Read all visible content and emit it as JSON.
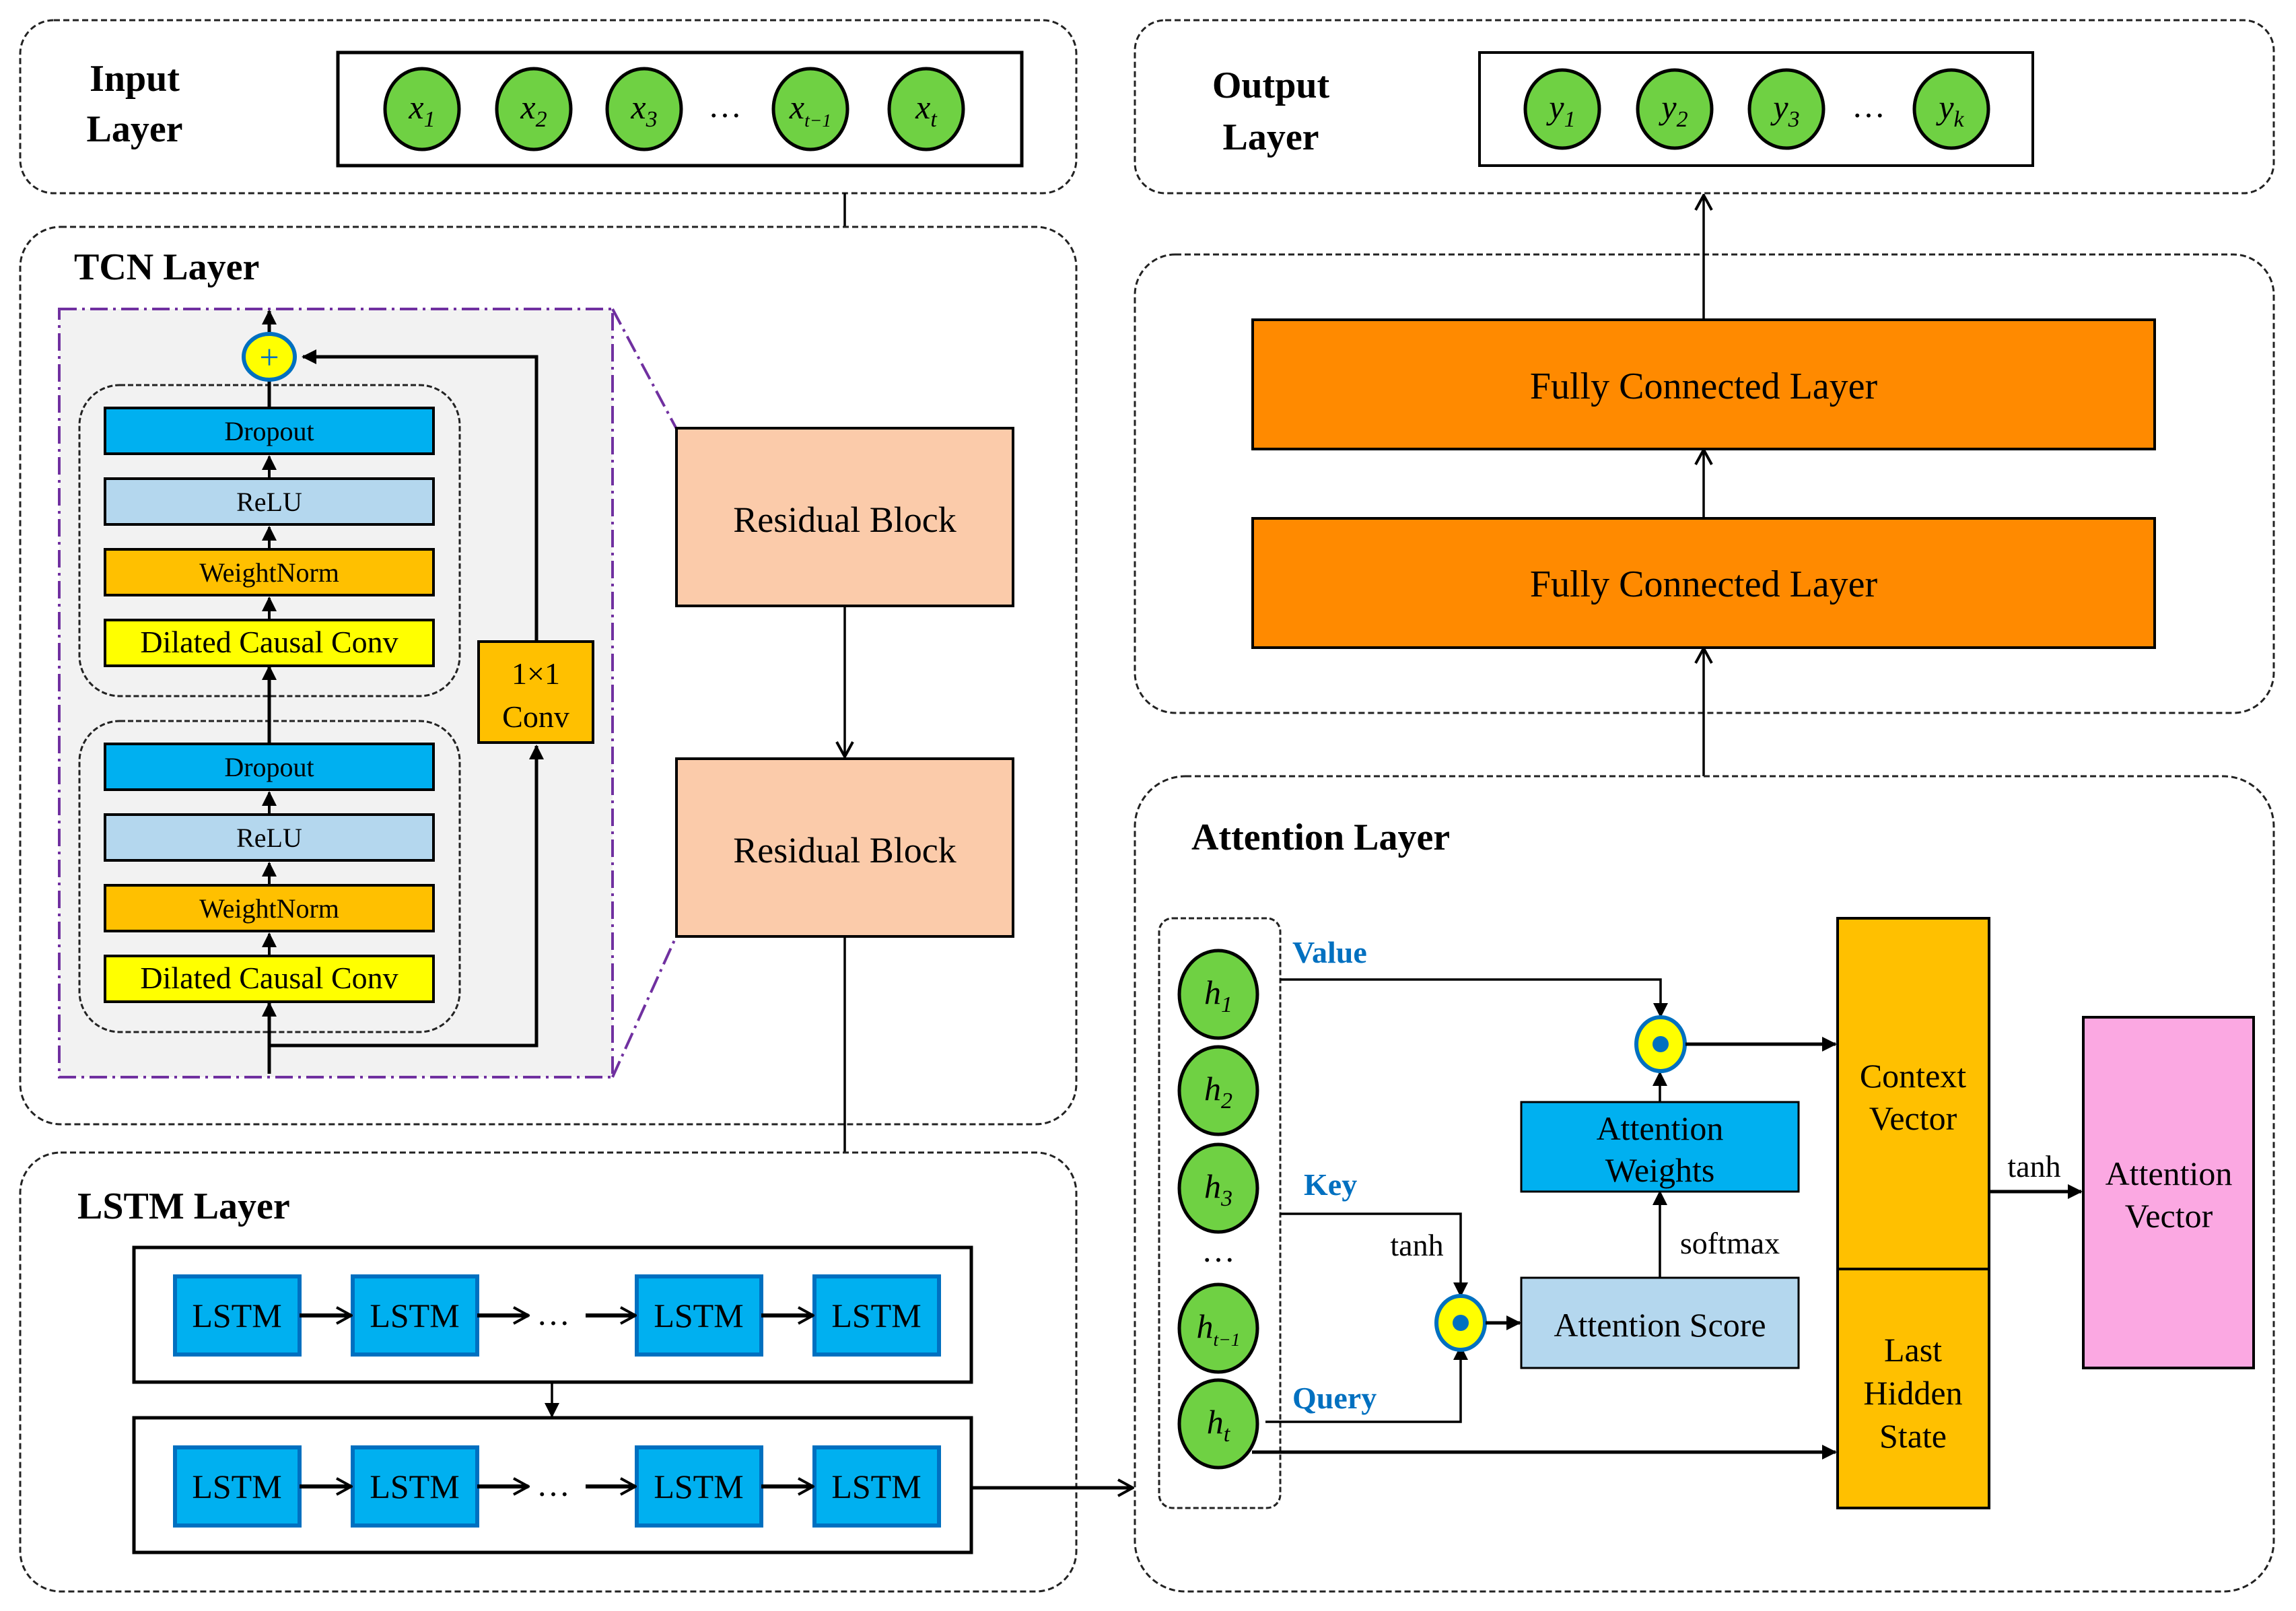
{
  "diagram": {
    "input_layer": {
      "title_line1": "Input",
      "title_line2": "Layer",
      "nodes": [
        {
          "base": "x",
          "sub": "1"
        },
        {
          "base": "x",
          "sub": "2"
        },
        {
          "base": "x",
          "sub": "3"
        },
        {
          "base": "…",
          "sub": ""
        },
        {
          "base": "x",
          "sub": "t−1"
        },
        {
          "base": "x",
          "sub": "t"
        }
      ]
    },
    "tcn_layer": {
      "title": "TCN Layer",
      "residual_detail": {
        "sum_symbol": "+",
        "upper_stack": [
          "Dropout",
          "ReLU",
          "WeightNorm",
          "Dilated Causal Conv"
        ],
        "lower_stack": [
          "Dropout",
          "ReLU",
          "WeightNorm",
          "Dilated Causal Conv"
        ],
        "skip_conv_line1": "1×1",
        "skip_conv_line2": "Conv"
      },
      "blocks": [
        "Residual Block",
        "Residual Block"
      ]
    },
    "lstm_layer": {
      "title": "LSTM Layer",
      "rows": [
        [
          "LSTM",
          "LSTM",
          "…",
          "LSTM",
          "LSTM"
        ],
        [
          "LSTM",
          "LSTM",
          "…",
          "LSTM",
          "LSTM"
        ]
      ]
    },
    "output_layer": {
      "title_line1": "Output",
      "title_line2": "Layer",
      "nodes": [
        {
          "base": "y",
          "sub": "1"
        },
        {
          "base": "y",
          "sub": "2"
        },
        {
          "base": "y",
          "sub": "3"
        },
        {
          "base": "…",
          "sub": ""
        },
        {
          "base": "y",
          "sub": "k"
        }
      ]
    },
    "fc_block": {
      "layers": [
        "Fully Connected Layer",
        "Fully Connected Layer"
      ]
    },
    "attention_layer": {
      "title": "Attention Layer",
      "hidden_states": [
        {
          "base": "h",
          "sub": "1"
        },
        {
          "base": "h",
          "sub": "2"
        },
        {
          "base": "h",
          "sub": "3"
        },
        {
          "base": "…",
          "sub": ""
        },
        {
          "base": "h",
          "sub": "t−1"
        },
        {
          "base": "h",
          "sub": "t"
        }
      ],
      "value_label": "Value",
      "key_label": "Key",
      "query_label": "Query",
      "tanh_key": "tanh",
      "softmax": "softmax",
      "tanh_out": "tanh",
      "attention_weights_line1": "Attention",
      "attention_weights_line2": "Weights",
      "attention_score": "Attention Score",
      "context_vector_line1": "Context",
      "context_vector_line2": "Vector",
      "last_hidden_line1": "Last",
      "last_hidden_line2": "Hidden",
      "last_hidden_line3": "State",
      "attention_vector_line1": "Attention",
      "attention_vector_line2": "Vector"
    },
    "colors": {
      "node_green": "#6FD143",
      "dropout_blue": "#00B0F0",
      "relu_lightblue": "#B4D7EE",
      "weightnorm_amber": "#FFC000",
      "dilated_yellow": "#FFFF00",
      "residual_peach": "#FBCBAA",
      "fc_orange": "#FF8A00",
      "lstm_blue": "#00B0F0",
      "lstm_border": "#0070C0",
      "attention_vector_pink": "#FBA8E2",
      "detail_frame_purple": "#7030A0",
      "label_blue": "#0070C0"
    }
  }
}
